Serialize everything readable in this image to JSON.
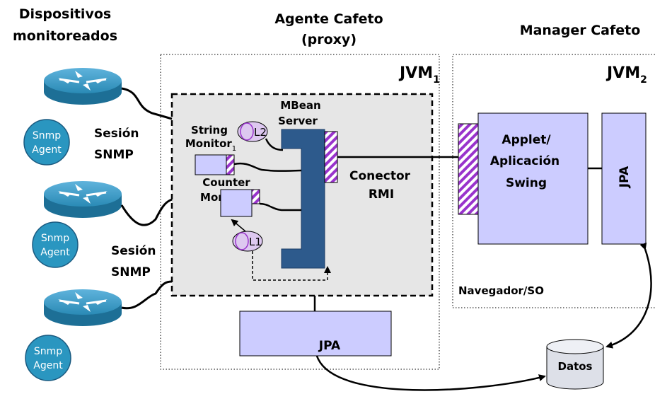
{
  "headers": {
    "dispositivos_line1": "Dispositivos",
    "dispositivos_line2": "monitoreados",
    "agente_line1": "Agente Cafeto",
    "agente_line2": "(proxy)",
    "manager": "Manager Cafeto"
  },
  "jvm1": {
    "base": "JVM",
    "sub": "1"
  },
  "jvm2": {
    "base": "JVM",
    "sub": "2"
  },
  "mbean_line1": "MBean",
  "mbean_line2": "Server",
  "string_monitor_line1": "String",
  "string_monitor_line2": "Monitor",
  "string_monitor_sub": "1",
  "counter_monitor_line1": "Counter",
  "counter_monitor_line2": "Monitor",
  "listener_l1": "L1",
  "listener_l2": "L2",
  "conector_line1": "Conector",
  "conector_line2": "RMI",
  "applet_line1": "Applet/",
  "applet_line2": "Aplicación",
  "applet_line3": "Swing",
  "jpa_agent": "JPA",
  "jpa_manager": "JPA",
  "navegador": "Navegador/SO",
  "datos": "Datos",
  "sessions": [
    {
      "line1": "Sesión",
      "line2": "SNMP"
    },
    {
      "line1": "Sesión",
      "line2": "SNMP"
    }
  ],
  "snmp_agents": [
    {
      "line1": "Snmp",
      "line2": "Agent"
    },
    {
      "line1": "Snmp",
      "line2": "Agent"
    },
    {
      "line1": "Snmp",
      "line2": "Agent"
    }
  ],
  "colors": {
    "box_fill": "#ccccff",
    "mbean_fill": "#2d5a8c",
    "agent_fill": "#2a96c0",
    "router_fill": "#2a8ab5",
    "hatch": "#9933cc",
    "inner_bg": "#e6e6e6"
  }
}
